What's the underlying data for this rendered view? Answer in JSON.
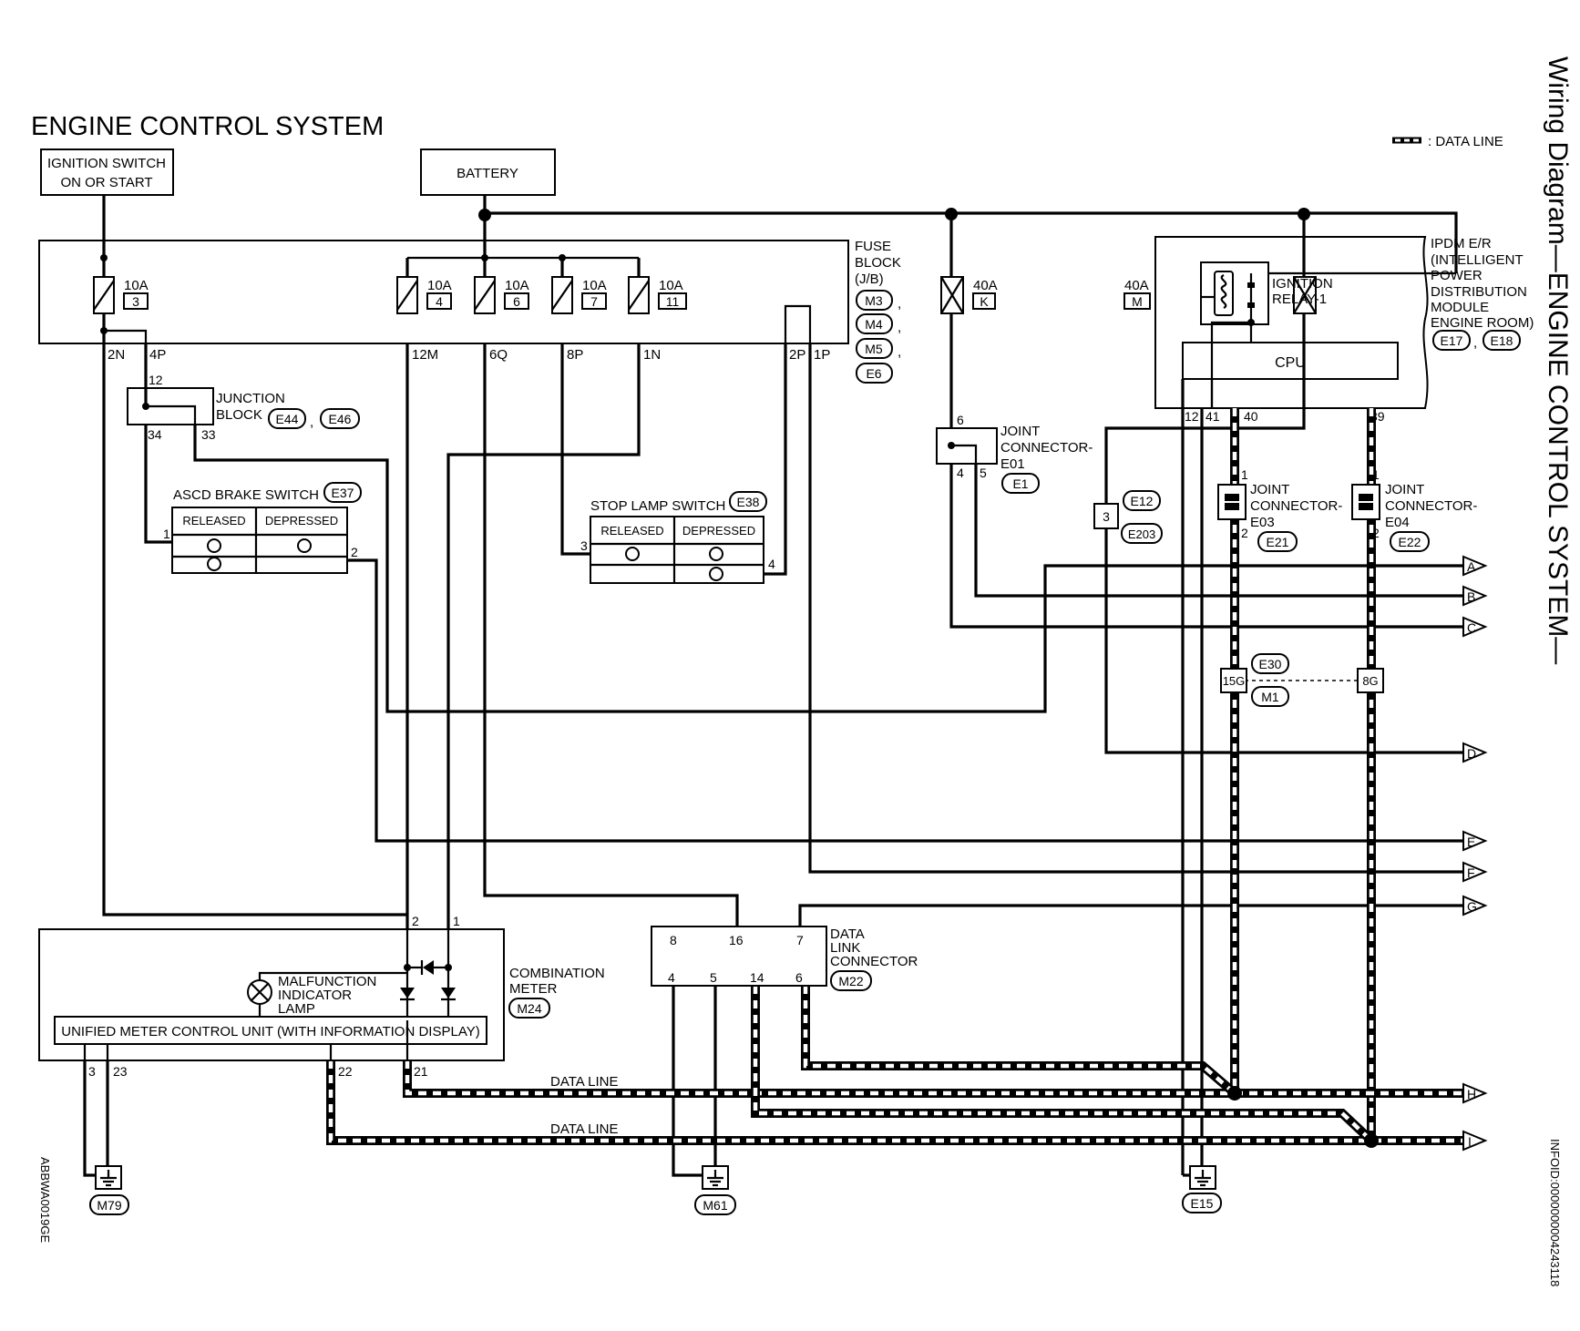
{
  "title": "ENGINE CONTROL SYSTEM",
  "side_title": "Wiring Diagram—ENGINE CONTROL SYSTEM—",
  "legend_text": ": DATA LINE",
  "image_code_left": "ABBWA0019GE",
  "image_code_right": "INFOID:0000000004243118",
  "ignition_switch": [
    "IGNITION SWITCH",
    "ON OR START"
  ],
  "battery": "BATTERY",
  "fuse_block": {
    "label": [
      "FUSE",
      "BLOCK",
      "(J/B)"
    ],
    "connectors": [
      "M3",
      "M4",
      "M5",
      "E6"
    ],
    "fuses": [
      {
        "amp": "10A",
        "no": "3"
      },
      {
        "amp": "10A",
        "no": "4"
      },
      {
        "amp": "10A",
        "no": "6"
      },
      {
        "amp": "10A",
        "no": "7"
      },
      {
        "amp": "10A",
        "no": "11"
      }
    ],
    "pins": [
      "2N",
      "4P",
      "12M",
      "6Q",
      "8P",
      "1N",
      "2P",
      "1P"
    ]
  },
  "fusible_links": [
    {
      "amp": "40A",
      "no": "K"
    },
    {
      "amp": "40A",
      "no": "M"
    }
  ],
  "junction_block": {
    "label": [
      "JUNCTION",
      "BLOCK"
    ],
    "connectors": [
      "E44",
      "E46"
    ],
    "pins": [
      "12",
      "34",
      "33"
    ]
  },
  "ascd_brake_switch": {
    "label": "ASCD BRAKE SWITCH",
    "connector": "E37",
    "states": [
      "RELEASED",
      "DEPRESSED"
    ],
    "pins": [
      "1",
      "2"
    ]
  },
  "stop_lamp_switch": {
    "label": "STOP LAMP SWITCH",
    "connector": "E38",
    "states": [
      "RELEASED",
      "DEPRESSED"
    ],
    "pins": [
      "3",
      "4"
    ]
  },
  "joint_connector_e01": {
    "label": [
      "JOINT",
      "CONNECTOR-",
      "E01"
    ],
    "connector": "E1",
    "pins": [
      "6",
      "4",
      "5"
    ]
  },
  "harness_connector_1": {
    "pin": "3",
    "connectors": [
      "E12",
      "E203"
    ]
  },
  "ipdm": {
    "label": [
      "IPDM E/R",
      "(INTELLIGENT",
      "POWER",
      "DISTRIBUTION",
      "MODULE",
      "ENGINE ROOM)"
    ],
    "connectors": [
      "E17",
      "E18"
    ],
    "relay": [
      "IGNITION",
      "RELAY-1"
    ],
    "cpu": "CPU",
    "pins": [
      "12",
      "41",
      "40",
      "39"
    ]
  },
  "joint_connector_e03": {
    "label": [
      "JOINT",
      "CONNECTOR-",
      "E03"
    ],
    "connector": "E21",
    "pins": [
      "1",
      "2"
    ]
  },
  "joint_connector_e04": {
    "label": [
      "JOINT",
      "CONNECTOR-",
      "E04"
    ],
    "connector": "E22",
    "pins": [
      "1",
      "2"
    ]
  },
  "harness_connector_2": {
    "pins": [
      "15G",
      "8G"
    ],
    "connectors": [
      "E30",
      "M1"
    ]
  },
  "combination_meter": {
    "label": [
      "COMBINATION",
      "METER"
    ],
    "connector": "M24",
    "mil": [
      "MALFUNCTION",
      "INDICATOR",
      "LAMP"
    ],
    "unit": "UNIFIED METER CONTROL UNIT (WITH INFORMATION DISPLAY)",
    "top_pins": [
      "2",
      "1"
    ],
    "bottom_pins": [
      "3",
      "23",
      "22",
      "21"
    ]
  },
  "data_link_connector": {
    "label": [
      "DATA",
      "LINK",
      "CONNECTOR"
    ],
    "connector": "M22",
    "top_pins": [
      "8",
      "16",
      "7"
    ],
    "bottom_pins": [
      "4",
      "5",
      "14",
      "6"
    ]
  },
  "data_line_label": "DATA LINE",
  "grounds": [
    "M79",
    "M61",
    "E15"
  ],
  "arrows": [
    "A",
    "B",
    "C",
    "D",
    "E",
    "F",
    "G",
    "H",
    "I"
  ]
}
